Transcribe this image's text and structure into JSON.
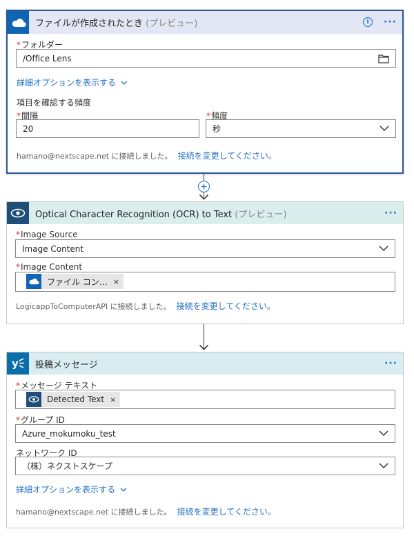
{
  "colors": {
    "onedrive_blue": "#0f64b4",
    "ocr_blue": "#1f4e79",
    "yammer_blue": "#0a6ea8",
    "header_bg_1": "#e3e6f4",
    "header_bg_2": "#daeeee",
    "header_bg_3": "#d8ecf2",
    "link_blue": "#1f6fc5",
    "required_red": "#d13438",
    "selected_border": "#2b5797"
  },
  "card1": {
    "icon": "onedrive-cloud-icon",
    "title": "ファイルが作成されたとき",
    "preview": "(プレビュー)",
    "info_icon": "info-icon",
    "more_icon": "more-options-icon",
    "folder_label": "フォルダー",
    "folder_value": "/Office Lens",
    "folder_icon": "folder-icon",
    "advanced_link": "詳細オプションを表示する",
    "frequency_heading": "項目を確認する頻度",
    "interval_label": "間隔",
    "interval_value": "20",
    "frequency_label": "頻度",
    "frequency_value": "秒",
    "connection_text": "hamano@nextscape.net に接続しました。",
    "change_connection": "接続を変更してください。"
  },
  "connector1": {
    "icon": "add-step-plus-icon"
  },
  "card2": {
    "icon": "eye-icon",
    "title": "Optical Character Recognition (OCR) to Text",
    "preview": "(プレビュー)",
    "more_icon": "more-options-icon",
    "image_source_label": "Image Source",
    "image_source_value": "Image Content",
    "image_content_label": "Image Content",
    "token_label": "ファイル コン…",
    "token_remove": "×",
    "connection_text": "LogicappToComputerAPI に接続しました。",
    "change_connection": "接続を変更してください。"
  },
  "card3": {
    "icon": "yammer-icon",
    "title": "投稿メッセージ",
    "more_icon": "more-options-icon",
    "message_label": "メッセージ テキスト",
    "token_label": "Detected Text",
    "token_remove": "×",
    "group_label": "グループ ID",
    "group_value": "Azure_mokumoku_test",
    "network_label": "ネットワーク ID",
    "network_value": "（株）ネクストスケープ",
    "advanced_link": "詳細オプションを表示する",
    "connection_text": "hamano@nextscape.net に接続しました。",
    "change_connection": "接続を変更してください。"
  }
}
